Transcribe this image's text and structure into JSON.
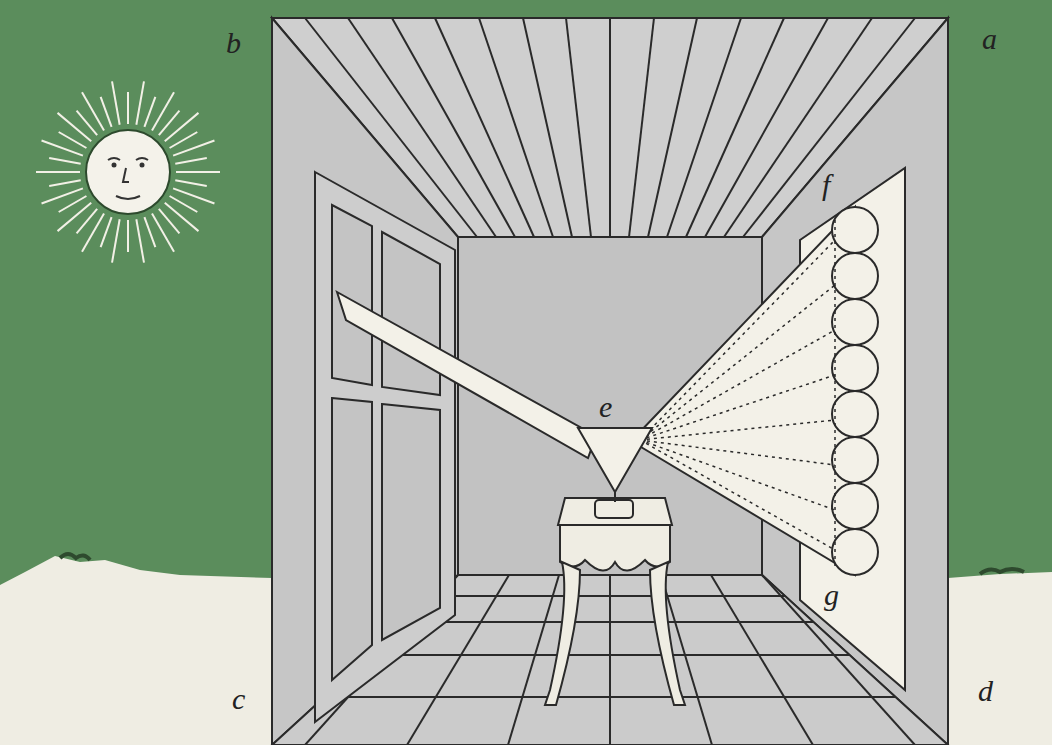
{
  "diagram": {
    "labels": [
      "b",
      "a",
      "f",
      "e",
      "g",
      "c",
      "d"
    ]
  }
}
